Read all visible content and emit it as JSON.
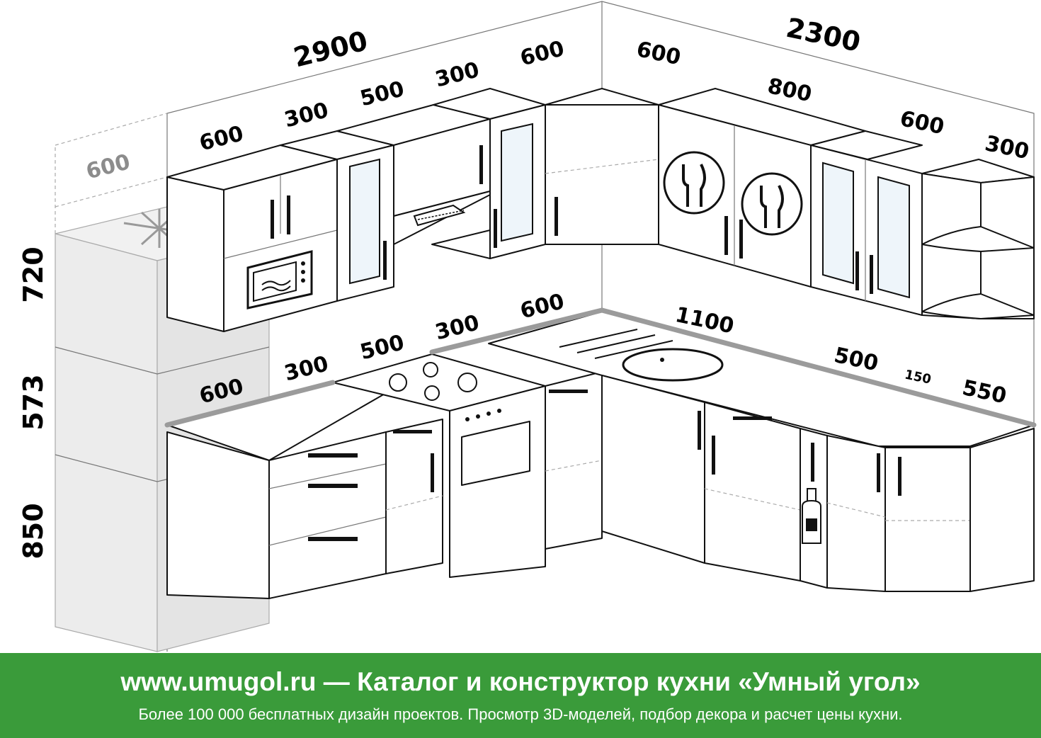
{
  "dimensions": {
    "left_wall_total": "2900",
    "right_wall_total": "2300",
    "upper_left": [
      "600",
      "300",
      "500",
      "300",
      "600"
    ],
    "upper_right": [
      "600",
      "800",
      "600",
      "300"
    ],
    "fridge_depth": "600",
    "lower_left": [
      "600",
      "300",
      "500",
      "300",
      "600"
    ],
    "lower_right": [
      "1100",
      "500",
      "150",
      "550"
    ],
    "heights": [
      "720",
      "573",
      "850"
    ]
  },
  "footer": {
    "site": "www.umugol.ru",
    "dash": "—",
    "title": "Каталог и конструктор кухни «Умный угол»",
    "subtitle": "Более 100 000 бесплатных дизайн проектов. Просмотр 3D-моделей, подбор декора и расчет цены кухни."
  },
  "colors": {
    "footer_bg": "#3a9b3a",
    "countertop_edge": "#9b9b9b"
  }
}
